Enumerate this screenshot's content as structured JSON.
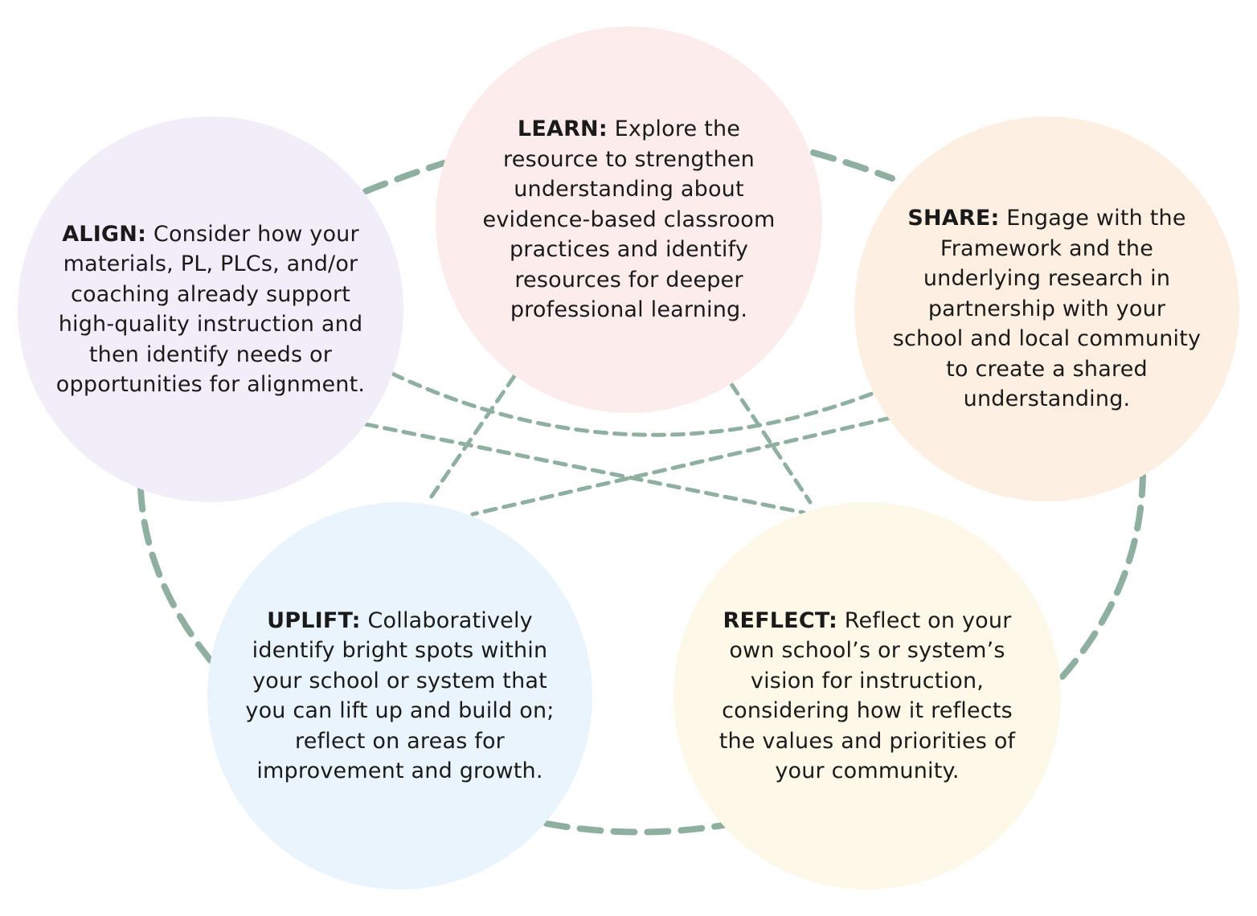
{
  "colors": {
    "connector": "#8fb0a0",
    "align": "#f1eef9",
    "learn": "#fcecec",
    "share": "#fdefe1",
    "uplift": "#eaf4fd",
    "reflect": "#fdf8e8"
  },
  "nodes": [
    {
      "id": "align",
      "label": "ALIGN:",
      "text": "Consider how your materials, PL, PLCs, and/or coaching already support high-quality instruction and then identify needs or opportunities for alignment."
    },
    {
      "id": "learn",
      "label": "LEARN:",
      "text": "Explore the resource to strengthen understanding about evidence-based classroom practices and identify resources for deeper professional learning."
    },
    {
      "id": "share",
      "label": "SHARE:",
      "text": "Engage with the Framework and the underlying research in partnership with your school and local community to create a shared understanding."
    },
    {
      "id": "uplift",
      "label": "UPLIFT:",
      "text": "Collaboratively identify bright spots within your school or system that you can lift up and build on; reflect on areas for improvement and growth."
    },
    {
      "id": "reflect",
      "label": "REFLECT:",
      "text": "Reflect on your own school’s or system’s vision for instruction, considering how it reflects the values and priorities of your community."
    }
  ]
}
